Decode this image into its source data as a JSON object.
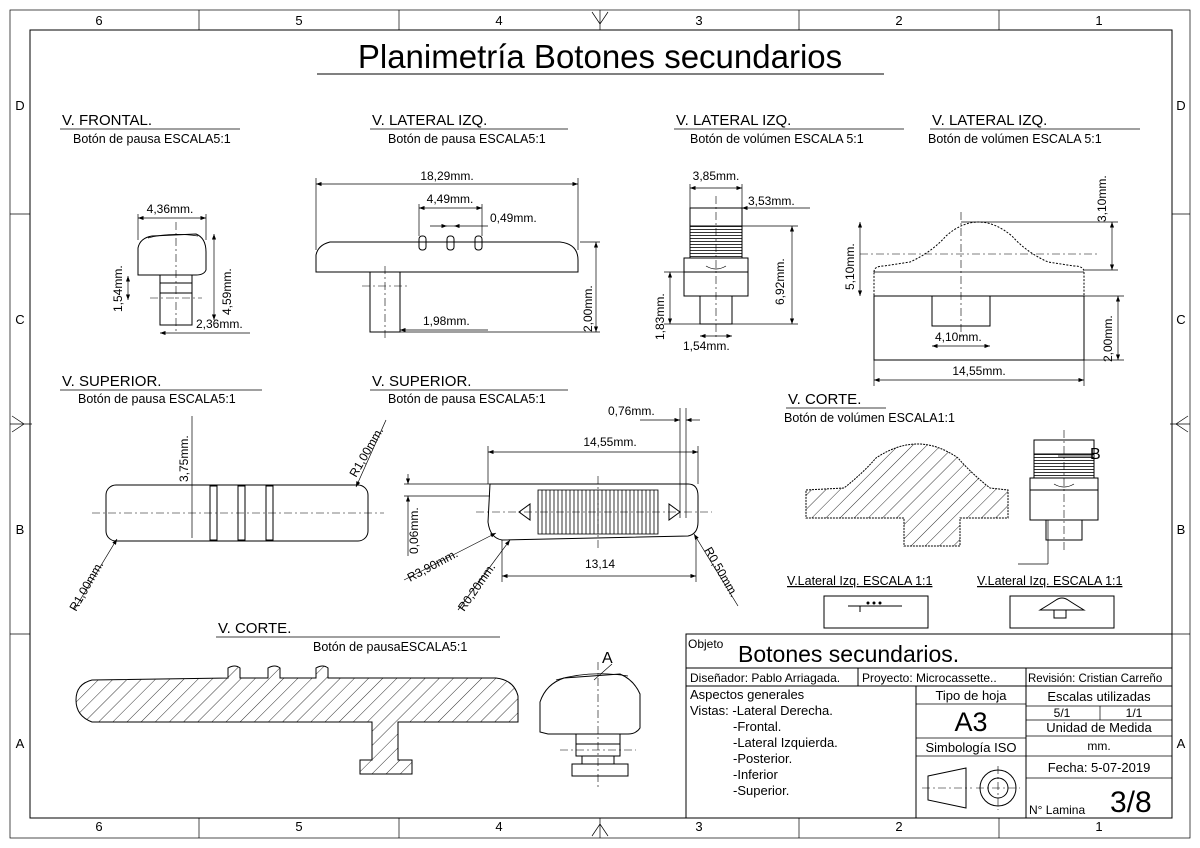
{
  "sheet": {
    "title": "Planimetría Botones secundarios",
    "col_labels": [
      "6",
      "5",
      "4",
      "3",
      "2",
      "1"
    ],
    "row_labels": [
      "D",
      "C",
      "B",
      "A"
    ]
  },
  "views": {
    "frontal": {
      "title": "V. FRONTAL.",
      "subtitle": "Botón de pausa ESCALA5:1",
      "dims": [
        "4,36mm.",
        "4,59mm.",
        "1,54mm.",
        "2,36mm."
      ]
    },
    "lateral1": {
      "title": "V. LATERAL IZQ.",
      "subtitle": "Botón de pausa ESCALA5:1",
      "dims": [
        "18,29mm.",
        "4,49mm.",
        "0,49mm.",
        "1,98mm.",
        "2,00mm."
      ]
    },
    "lateral2": {
      "title": "V. LATERAL IZQ.",
      "subtitle": "Botón de volúmen ESCALA 5:1",
      "dims": [
        "3,85mm.",
        "3,53mm.",
        "6,92mm.",
        "1,83mm.",
        "1,54mm."
      ]
    },
    "lateral3": {
      "title": "V. LATERAL IZQ.",
      "subtitle": "Botón de volúmen ESCALA 5:1",
      "dims": [
        "3,10mm.",
        "5,10mm.",
        "4,10mm.",
        "2,00mm.",
        "14,55mm."
      ]
    },
    "superior1": {
      "title": "V. SUPERIOR.",
      "subtitle": "Botón de pausa ESCALA5:1",
      "dims": [
        "3,75mm.",
        "R1,00mm.",
        "R1,00mm."
      ]
    },
    "superior2": {
      "title": "V. SUPERIOR.",
      "subtitle": "Botón de pausa ESCALA5:1",
      "dims": [
        "0,76mm.",
        "14,55mm.",
        "0,06mm.",
        "R3,90mm.",
        "R0,20mm.",
        "13,14",
        "R0,50mm."
      ]
    },
    "corte_vol": {
      "title": "V. CORTE.",
      "subtitle": "Botón de volúmen ESCALA1:1",
      "marker": "B"
    },
    "mini": {
      "left": "V.Lateral Izq. ESCALA 1:1",
      "right": "V.Lateral Izq. ESCALA 1:1"
    },
    "corte_pausa": {
      "title": "V. CORTE.",
      "subtitle": "Botón de pausaESCALA5:1",
      "marker": "A"
    }
  },
  "title_block": {
    "objeto_label": "Objeto",
    "objeto": "Botones secundarios.",
    "disenador": "Diseñador: Pablo Arriagada.",
    "proyecto": "Proyecto: Microcassette..",
    "revision": "Revisión: Cristian Carreño",
    "aspectos": "Aspectos generales",
    "vistas": [
      "Vistas: -Lateral Derecha.",
      "-Frontal.",
      "-Lateral Izquierda.",
      "-Posterior.",
      "-Inferior",
      "-Superior."
    ],
    "tipo_hoja_label": "Tipo de hoja",
    "tipo_hoja": "A3",
    "simbologia": "Simbología ISO",
    "escalas_label": "Escalas utilizadas",
    "escalas": [
      "5/1",
      "1/1"
    ],
    "unidad_label": "Unidad de Medida",
    "unidad": "mm.",
    "fecha": "Fecha: 5-07-2019",
    "lamina_label": "N° Lamina",
    "lamina": "3/8"
  }
}
